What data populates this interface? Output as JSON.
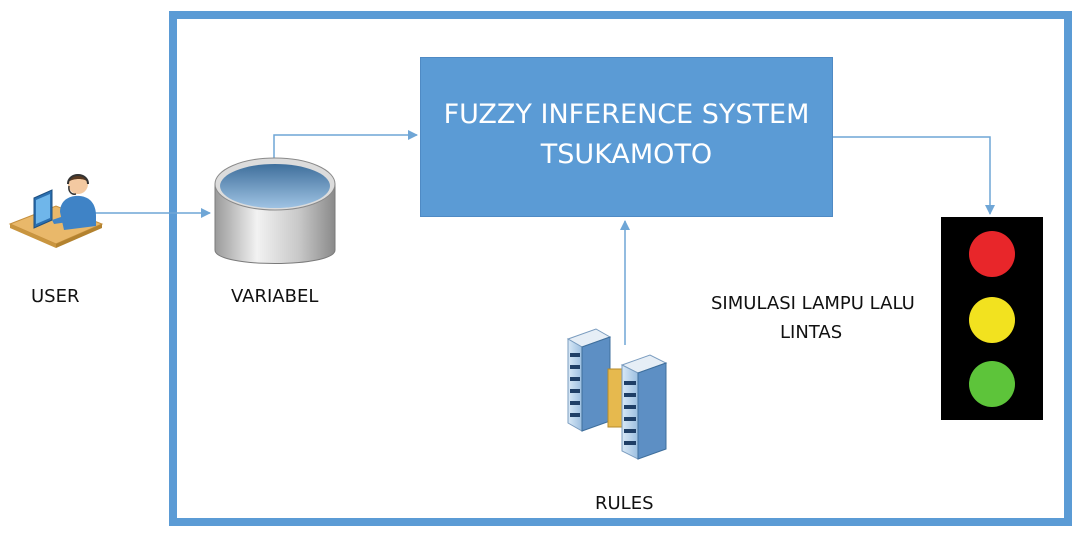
{
  "fis": {
    "line1": "FUZZY INFERENCE SYSTEM",
    "line2": "TSUKAMOTO"
  },
  "user": {
    "label": "USER",
    "icon": "user-at-computer-icon"
  },
  "variabel": {
    "label": "VARIABEL",
    "icon": "database-cylinder-icon"
  },
  "rules": {
    "label": "RULES",
    "icon": "server-rack-icon"
  },
  "simulation": {
    "label_line1": "SIMULASI LAMPU LALU",
    "label_line2": "LINTAS",
    "icon": "traffic-light-icon"
  },
  "colors": {
    "frame": "#5b9bd5",
    "box": "#5b9bd5",
    "connector": "#6fa6d6",
    "lamp_red": "#e8262a",
    "lamp_yellow": "#f2e21f",
    "lamp_green": "#5dc43a"
  }
}
